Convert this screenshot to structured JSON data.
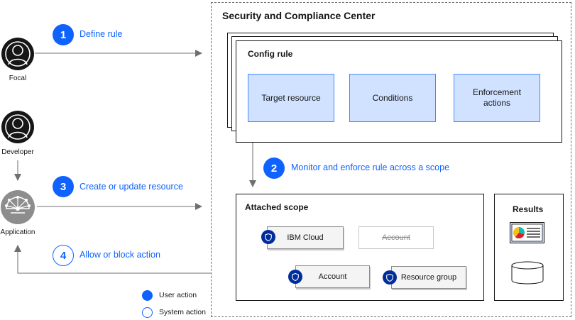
{
  "actors": {
    "focal": "Focal",
    "developer": "Developer",
    "application": "Application"
  },
  "steps": [
    {
      "number": "1",
      "label": "Define rule",
      "kind": "user"
    },
    {
      "number": "2",
      "label": "Monitor and enforce rule across a scope",
      "kind": "user"
    },
    {
      "number": "3",
      "label": "Create or update resource",
      "kind": "user"
    },
    {
      "number": "4",
      "label": "Allow or block action",
      "kind": "system"
    }
  ],
  "center": {
    "title": "Security and Compliance Center",
    "config_rule": {
      "title": "Config rule",
      "parts": [
        "Target resource",
        "Conditions",
        "Enforcement actions"
      ]
    },
    "scope": {
      "title": "Attached scope",
      "nodes": {
        "ibm_cloud": "IBM Cloud",
        "excluded_account": "Account",
        "account": "Account",
        "resource_group": "Resource group"
      }
    },
    "results": {
      "title": "Results",
      "icons": [
        "report-icon",
        "database-icon"
      ]
    }
  },
  "legend": {
    "user_action": "User action",
    "system_action": "System action"
  },
  "colors": {
    "accent": "#0f62fe",
    "shield": "#002d9c",
    "rule_part_fill": "#d0e2ff",
    "actor_dark": "#161616",
    "actor_app": "#8d8d8d"
  }
}
